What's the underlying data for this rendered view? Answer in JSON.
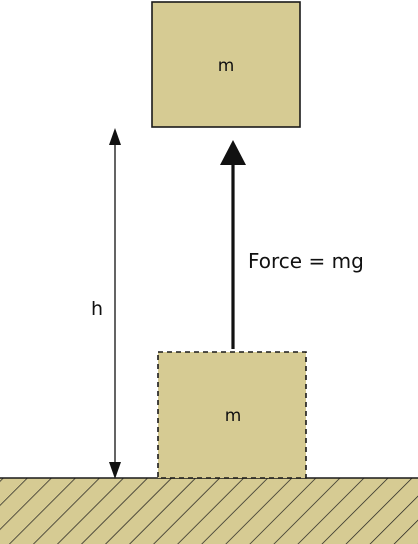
{
  "diagram": {
    "top_block": {
      "label": "m"
    },
    "bottom_block": {
      "label": "m",
      "border": "dashed"
    },
    "height_label": "h",
    "force_label": "Force = mg",
    "colors": {
      "block_fill": "#d6cb93",
      "outline": "#1a1a1a",
      "ground_fill": "#d6cb93",
      "arrow": "#111111"
    }
  }
}
